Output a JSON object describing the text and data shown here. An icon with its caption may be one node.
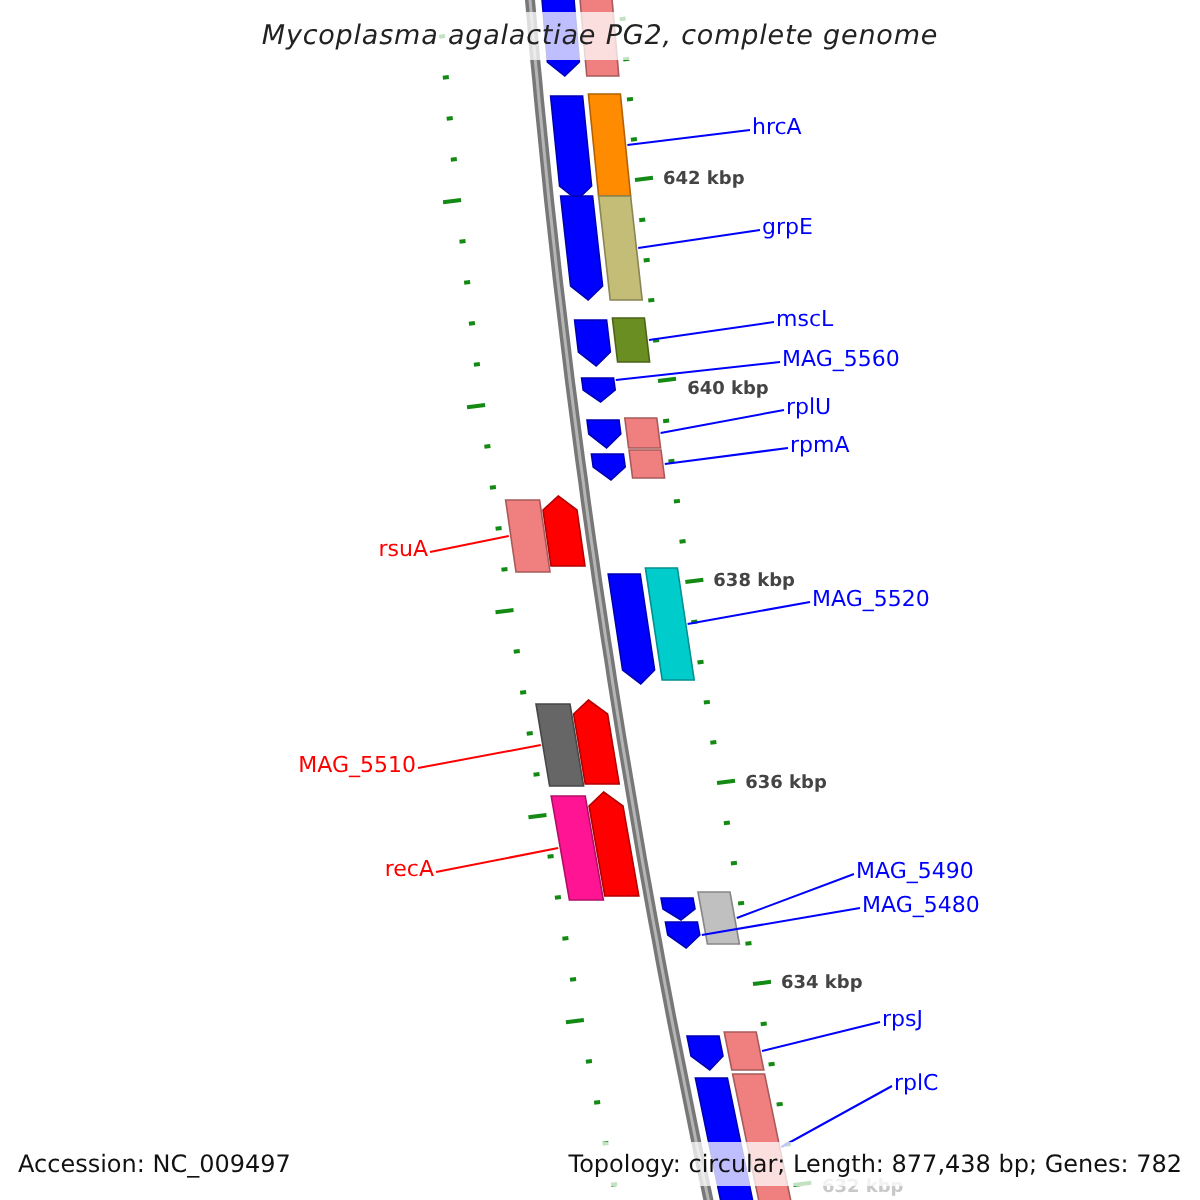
{
  "diagram": {
    "title": "Mycoplasma agalactiae PG2, complete genome",
    "nodes": [
      {
        "text": [
          "hrcA"
        ]
      },
      {
        "text": [],
        "shape": "bar"
      },
      {
        "text": [
          "grpE"
        ]
      },
      {
        "text": [],
        "shape": "bar"
      },
      {
        "text": [
          "mscL"
        ]
      },
      {
        "text": [],
        "shape": "bar"
      },
      {
        "text": [
          "MAG_5560"
        ]
      },
      {
        "text": [],
        "shape": "pentagon"
      },
      {
        "text": [
          "rplU"
        ]
      },
      {
        "text": [],
        "shape": "bar"
      },
      {
        "text": [
          "rpmA"
        ]
      },
      {
        "text": [],
        "shape": "bar"
      },
      {
        "text": [
          "rsuA"
        ]
      },
      {
        "text": [],
        "shape": "bar"
      },
      {
        "text": [
          "MAG_5520"
        ]
      },
      {
        "text": [],
        "shape": "bar"
      },
      {
        "text": [
          "MAG_5510"
        ]
      },
      {
        "text": [],
        "shape": "bar"
      },
      {
        "text": [
          "recA"
        ]
      },
      {
        "text": [],
        "shape": "bar"
      },
      {
        "text": [
          "MAG_5490"
        ]
      },
      {
        "text": [],
        "shape": "bar"
      },
      {
        "text": [
          "MAG_5480"
        ]
      },
      {
        "text": [],
        "shape": "pentagon"
      },
      {
        "text": [
          "rpsJ"
        ]
      },
      {
        "text": [],
        "shape": "bar"
      },
      {
        "text": [
          "rplC"
        ]
      },
      {
        "text": [],
        "shape": "bar"
      },
      {
        "text": [],
        "shape": "pentagon"
      },
      {
        "text": [],
        "shape": "bar"
      },
      {
        "text": [],
        "shape": "pentagon"
      },
      {
        "text": [],
        "shape": "pentagon"
      },
      {
        "text": [],
        "shape": "pentagon"
      },
      {
        "text": [],
        "shape": "pentagon"
      },
      {
        "text": [],
        "shape": "pentagon"
      },
      {
        "text": [],
        "shape": "pentagon"
      },
      {
        "text": [],
        "shape": "pentagon"
      },
      {
        "text": [],
        "shape": "pentagon"
      },
      {
        "text": [],
        "shape": "pentagon"
      },
      {
        "text": [],
        "shape": "pentagon"
      },
      {
        "text": [],
        "shape": "pentagon"
      },
      {
        "text": [],
        "shape": "pentagon"
      }
    ],
    "edges": [
      {
        "from": 0,
        "to": 1,
        "arrow": "none"
      },
      {
        "from": 2,
        "to": 3,
        "arrow": "none"
      },
      {
        "from": 4,
        "to": 5,
        "arrow": "none"
      },
      {
        "from": 6,
        "to": 7,
        "arrow": "none"
      },
      {
        "from": 8,
        "to": 9,
        "arrow": "none"
      },
      {
        "from": 10,
        "to": 11,
        "arrow": "none"
      },
      {
        "from": 12,
        "to": 13,
        "arrow": "none",
        "color": "#ff0000"
      },
      {
        "from": 14,
        "to": 15,
        "arrow": "none"
      },
      {
        "from": 16,
        "to": 17,
        "arrow": "none",
        "color": "#ff0000"
      },
      {
        "from": 18,
        "to": 19,
        "arrow": "none",
        "color": "#ff0000"
      },
      {
        "from": 20,
        "to": 21,
        "arrow": "none"
      },
      {
        "from": 22,
        "to": 23,
        "arrow": "none"
      },
      {
        "from": 24,
        "to": 25,
        "arrow": "none"
      },
      {
        "from": 26,
        "to": 27,
        "arrow": "none"
      }
    ],
    "labels": [
      "642 kbp",
      "640 kbp",
      "638 kbp",
      "636 kbp",
      "634 kbp",
      "632 kbp",
      "Accession: NC_009497",
      "Topology: circular; Length: 877,438 bp; Genes: 782"
    ]
  }
}
